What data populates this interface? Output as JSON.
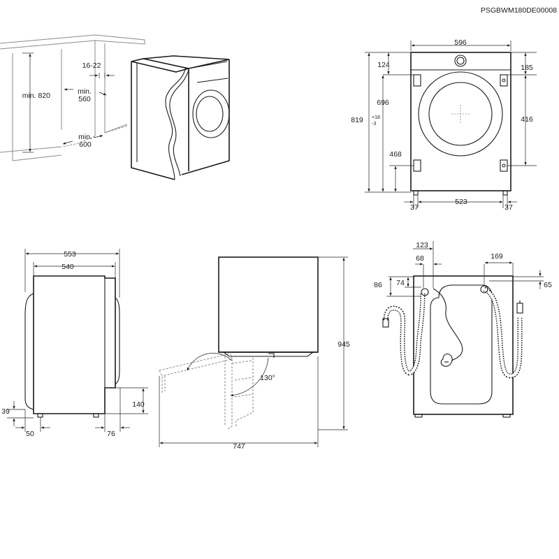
{
  "code": "PSGBWM180DE00008",
  "view_installation": {
    "min_height": "min. 820",
    "gap": "16-22",
    "min_width_label": "min.",
    "min_width_value": "560",
    "min_depth_label": "min.",
    "min_depth_value": "600"
  },
  "view_front": {
    "width": "596",
    "top_hinge_offset": "124",
    "top_right_offset": "185",
    "hinge_height": "696",
    "total_height": "819",
    "total_height_tol_plus": "+18",
    "total_height_tol_minus": "-3",
    "hinge_spacing": "416",
    "lower_hinge_height": "468",
    "foot_left": "37",
    "foot_span": "523",
    "foot_right": "37"
  },
  "view_side": {
    "overall_depth": "553",
    "body_depth": "540",
    "bottom_offset": "39",
    "foot_front": "50",
    "foot_rear": "76",
    "rear_recess_height": "140"
  },
  "view_door": {
    "height": "945",
    "opening_angle": "130°",
    "swing_depth": "747"
  },
  "view_rear": {
    "drain_offset_outer": "123",
    "drain_offset_inner": "68",
    "drain_height_outer": "86",
    "drain_height_inner": "74",
    "inlet_offset": "169",
    "inlet_height": "65"
  }
}
